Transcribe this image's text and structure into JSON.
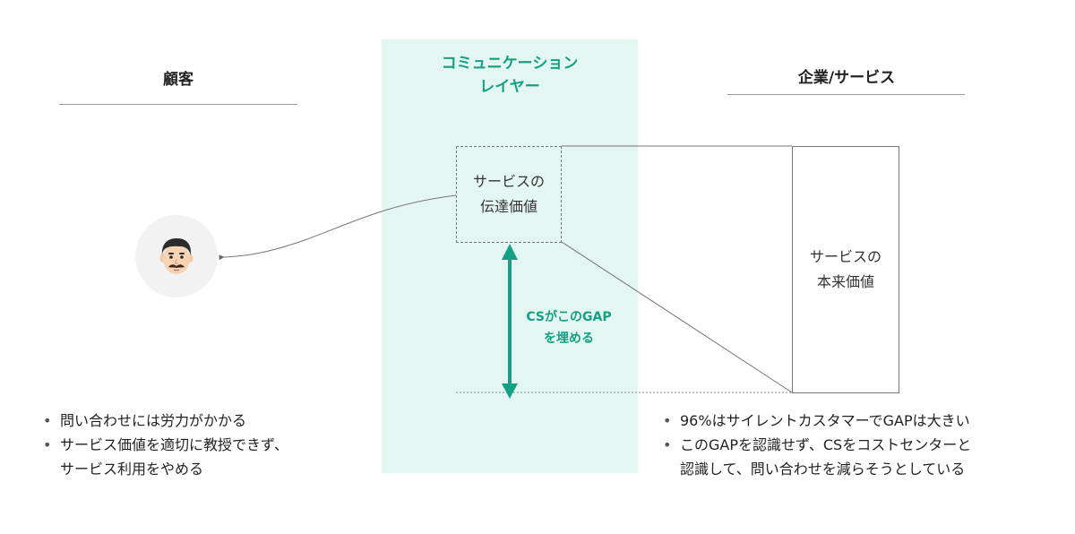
{
  "customer_column": {
    "heading": "顧客",
    "notes": [
      "問い合わせには労力がかかる",
      "サービス価値を適切に教授できず、\nサービス利用をやめる"
    ]
  },
  "communication_layer": {
    "title_line1": "コミュニケーション",
    "title_line2": "レイヤー",
    "gap_label_line1": "CSがこのGAP",
    "gap_label_line2": "を埋める"
  },
  "company_column": {
    "heading": "企業/サービス",
    "notes": [
      "96%はサイレントカスタマーでGAPは大きい",
      "このGAPを認識せず、CSをコストセンターと\n認識して、問い合わせを減らそうとしている"
    ]
  },
  "boxes": {
    "delivered_value_line1": "サービスの",
    "delivered_value_line2": "伝達価値",
    "intrinsic_value_line1": "サービスの",
    "intrinsic_value_line2": "本来価値"
  },
  "customer_avatar": {
    "icon": "man-with-mustache-face-icon"
  },
  "colors": {
    "accent": "#14a085",
    "layer_background": "#e4f6f1",
    "line": "#777777"
  }
}
